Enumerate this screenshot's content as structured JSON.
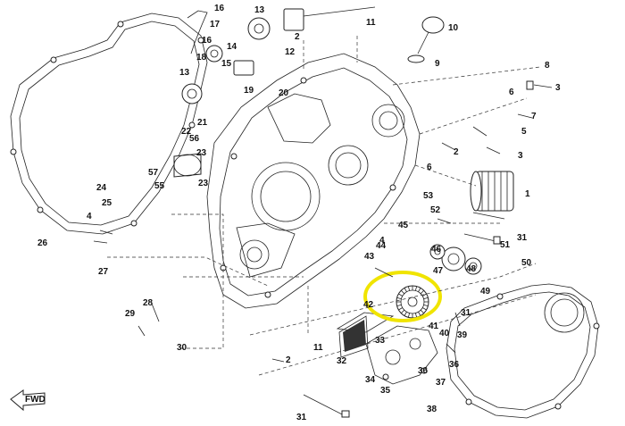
{
  "parts": [
    {
      "id": "p1",
      "label": "1"
    },
    {
      "id": "p2a",
      "label": "2"
    },
    {
      "id": "p2b",
      "label": "2"
    },
    {
      "id": "p2c",
      "label": "2"
    },
    {
      "id": "p3a",
      "label": "3"
    },
    {
      "id": "p3b",
      "label": "3"
    },
    {
      "id": "p4a",
      "label": "4"
    },
    {
      "id": "p4b",
      "label": "4"
    },
    {
      "id": "p5",
      "label": "5"
    },
    {
      "id": "p6a",
      "label": "6"
    },
    {
      "id": "p6b",
      "label": "6"
    },
    {
      "id": "p7",
      "label": "7"
    },
    {
      "id": "p8",
      "label": "8"
    },
    {
      "id": "p9",
      "label": "9"
    },
    {
      "id": "p10",
      "label": "10"
    },
    {
      "id": "p11a",
      "label": "11"
    },
    {
      "id": "p11b",
      "label": "11"
    },
    {
      "id": "p12",
      "label": "12"
    },
    {
      "id": "p13a",
      "label": "13"
    },
    {
      "id": "p13b",
      "label": "13"
    },
    {
      "id": "p14",
      "label": "14"
    },
    {
      "id": "p15",
      "label": "15"
    },
    {
      "id": "p16a",
      "label": "16"
    },
    {
      "id": "p16b",
      "label": "16"
    },
    {
      "id": "p17",
      "label": "17"
    },
    {
      "id": "p18",
      "label": "18"
    },
    {
      "id": "p19",
      "label": "19"
    },
    {
      "id": "p20",
      "label": "20"
    },
    {
      "id": "p21",
      "label": "21"
    },
    {
      "id": "p22",
      "label": "22"
    },
    {
      "id": "p23a",
      "label": "23"
    },
    {
      "id": "p23b",
      "label": "23"
    },
    {
      "id": "p24",
      "label": "24"
    },
    {
      "id": "p25",
      "label": "25"
    },
    {
      "id": "p26",
      "label": "26"
    },
    {
      "id": "p27",
      "label": "27"
    },
    {
      "id": "p28",
      "label": "28"
    },
    {
      "id": "p29",
      "label": "29"
    },
    {
      "id": "p30",
      "label": "30"
    },
    {
      "id": "p31a",
      "label": "31"
    },
    {
      "id": "p31b",
      "label": "31"
    },
    {
      "id": "p31c",
      "label": "31"
    },
    {
      "id": "p32",
      "label": "32"
    },
    {
      "id": "p33",
      "label": "33"
    },
    {
      "id": "p34",
      "label": "34"
    },
    {
      "id": "p35",
      "label": "35"
    },
    {
      "id": "p36a",
      "label": "36"
    },
    {
      "id": "p36b",
      "label": "36"
    },
    {
      "id": "p37",
      "label": "37"
    },
    {
      "id": "p38",
      "label": "38"
    },
    {
      "id": "p39",
      "label": "39"
    },
    {
      "id": "p40",
      "label": "40"
    },
    {
      "id": "p41",
      "label": "41"
    },
    {
      "id": "p42",
      "label": "42"
    },
    {
      "id": "p43",
      "label": "43"
    },
    {
      "id": "p44",
      "label": "44"
    },
    {
      "id": "p45",
      "label": "45"
    },
    {
      "id": "p46",
      "label": "46"
    },
    {
      "id": "p47",
      "label": "47"
    },
    {
      "id": "p48",
      "label": "48"
    },
    {
      "id": "p49",
      "label": "49"
    },
    {
      "id": "p50",
      "label": "50"
    },
    {
      "id": "p51",
      "label": "51"
    },
    {
      "id": "p52",
      "label": "52"
    },
    {
      "id": "p53",
      "label": "53"
    },
    {
      "id": "p55",
      "label": "55"
    },
    {
      "id": "p56",
      "label": "56"
    },
    {
      "id": "p57",
      "label": "57"
    }
  ],
  "fwd_label": "FWD",
  "highlight_color": "#f0e400"
}
